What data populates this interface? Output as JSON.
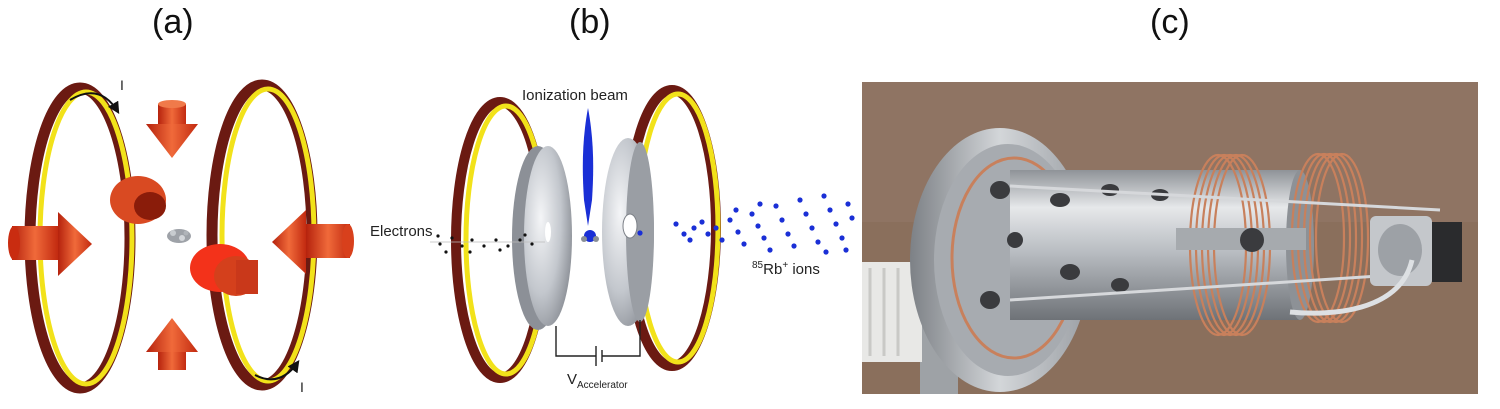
{
  "panels": {
    "a": {
      "label": "(a)",
      "current_label_top": "I",
      "current_label_bottom": "I"
    },
    "b": {
      "label": "(b)",
      "ionization_beam": "Ionization beam",
      "electrons": "Electrons",
      "ions_sup": "85",
      "ions_main": "Rb",
      "ions_charge": "+",
      "ions_word": " ions",
      "voltage_main": "V",
      "voltage_sub": "Accelerator"
    },
    "c": {
      "label": "(c)"
    }
  },
  "colors": {
    "coil_outer": "#6b1a12",
    "coil_inner": "#f2e21a",
    "beam_arrow": "#e0441c",
    "electrode": "#c9cdd3",
    "ion": "#1a2fd6",
    "ion_beam": "#1a2fd6",
    "copper": "#c8805c",
    "steel": "#b9bcc1",
    "photo_bg": "#8a6f5c"
  }
}
